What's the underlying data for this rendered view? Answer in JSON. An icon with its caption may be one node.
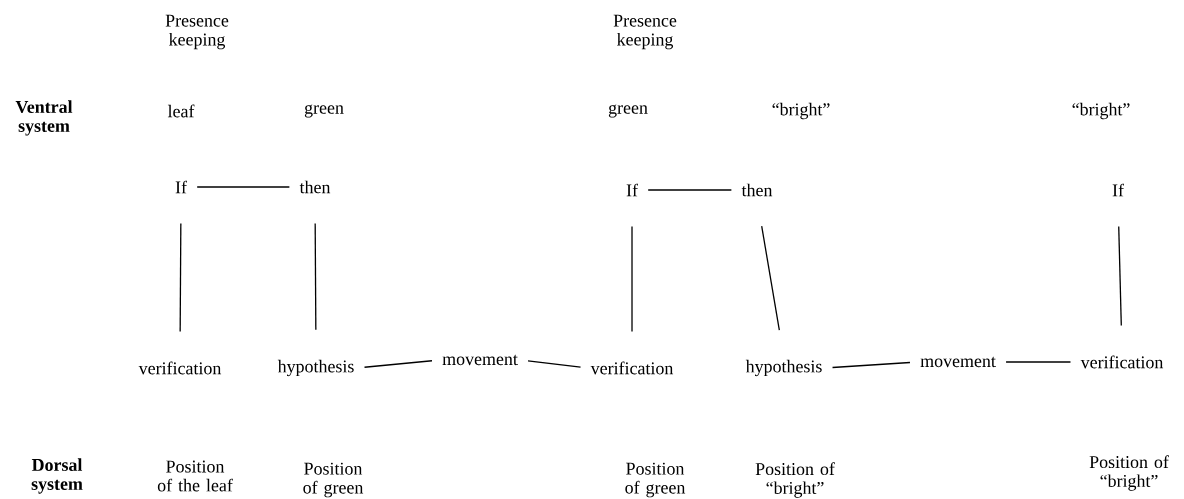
{
  "diagram": {
    "nodes": [
      {
        "text": [
          "If"
        ]
      },
      {
        "text": [
          "then"
        ]
      },
      {
        "text": [
          "If"
        ]
      },
      {
        "text": [
          "then"
        ]
      },
      {
        "text": [
          "If"
        ]
      },
      {
        "text": [
          "verification"
        ]
      },
      {
        "text": [
          "hypothesis"
        ]
      },
      {
        "text": [
          "movement"
        ]
      },
      {
        "text": [
          "verification"
        ]
      },
      {
        "text": [
          "hypothesis"
        ]
      },
      {
        "text": [
          "movement"
        ]
      },
      {
        "text": [
          "verification"
        ]
      }
    ],
    "edges": [
      {
        "from": 0,
        "to": 1,
        "arrow": "none"
      },
      {
        "from": 0,
        "to": 5,
        "arrow": "none"
      },
      {
        "from": 1,
        "to": 6,
        "arrow": "none"
      },
      {
        "from": 6,
        "to": 7,
        "arrow": "none"
      },
      {
        "from": 7,
        "to": 8,
        "arrow": "none"
      },
      {
        "from": 2,
        "to": 3,
        "arrow": "none"
      },
      {
        "from": 2,
        "to": 8,
        "arrow": "none"
      },
      {
        "from": 3,
        "to": 9,
        "arrow": "none"
      },
      {
        "from": 9,
        "to": 10,
        "arrow": "none"
      },
      {
        "from": 10,
        "to": 11,
        "arrow": "none"
      },
      {
        "from": 4,
        "to": 11,
        "arrow": "none"
      }
    ],
    "labels": [
      "Presence keeping",
      "Presence keeping",
      "Ventral system",
      "leaf",
      "green",
      "green",
      "“bright”",
      "“bright”",
      "Dorsal system",
      "Position of the leaf",
      "Position of green",
      "Position of green",
      "Position of “bright”",
      "Position of “bright”"
    ]
  }
}
